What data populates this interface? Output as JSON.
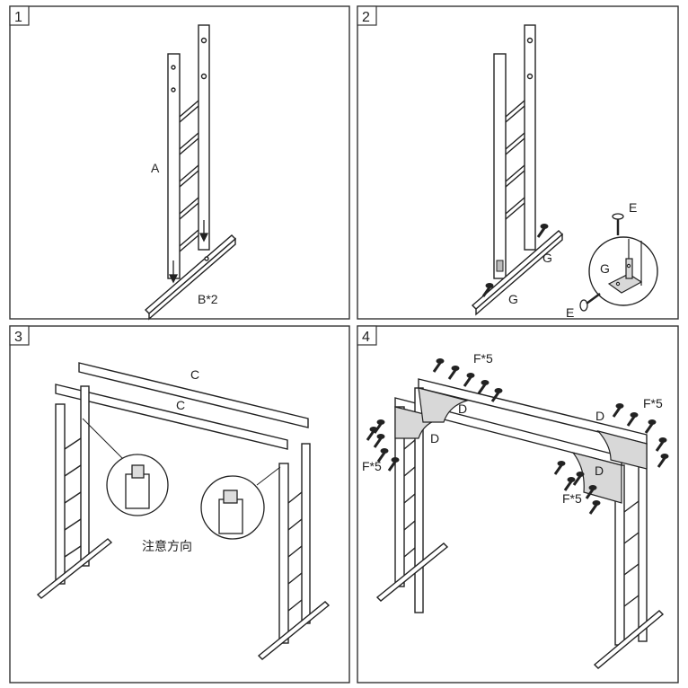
{
  "steps": [
    {
      "number": "1",
      "labels": {
        "frame": "A",
        "base": "B*2"
      }
    },
    {
      "number": "2",
      "labels": {
        "bracket_e": "E",
        "bracket_g": "G",
        "front_g": "G",
        "screw_e": "E",
        "right_g": "G"
      }
    },
    {
      "number": "3",
      "labels": {
        "beam_back": "C",
        "beam_front": "C"
      },
      "note": "注意方向"
    },
    {
      "number": "4",
      "labels": {
        "f_top": "F*5",
        "f_right": "F*5",
        "f_left": "F*5",
        "f_bottom": "F*5",
        "d_1": "D",
        "d_2": "D",
        "d_3": "D",
        "d_4": "D"
      }
    }
  ],
  "colors": {
    "line": "#222222",
    "panel_border": "#333333",
    "bracket_fill": "#d8d8d8",
    "background": "#ffffff"
  }
}
